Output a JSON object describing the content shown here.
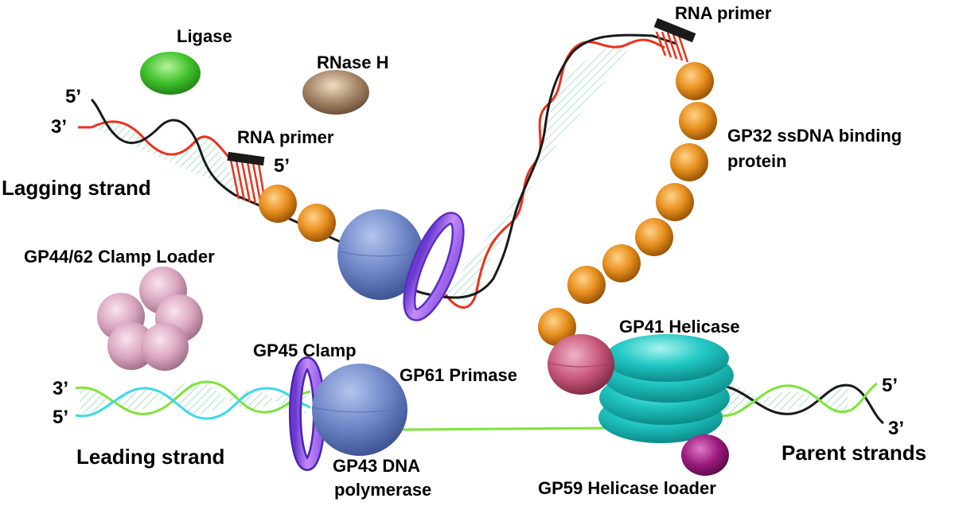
{
  "labels": {
    "ligase": "Ligase",
    "rnase_h": "RNase H",
    "rna_primer_top": "RNA primer",
    "rna_primer_lagging": "RNA primer",
    "lagging_strand": "Lagging strand",
    "gp32_line1": "GP32 ssDNA binding",
    "gp32_line2": "protein",
    "clamp_loader": "GP44/62 Clamp Loader",
    "gp45": "GP45 Clamp",
    "gp61": "GP61 Primase",
    "gp41": "GP41 Helicase",
    "leading_strand": "Leading strand",
    "gp43_line1": "GP43 DNA",
    "gp43_line2": "polymerase",
    "gp59": "GP59 Helicase loader",
    "parent_strands": "Parent strands"
  },
  "ends": {
    "lag_5": "5’",
    "lag_3": "3’",
    "primer_5": "5’",
    "lead_3": "3’",
    "lead_5": "5’",
    "parent_5": "5’",
    "parent_3": "3’"
  },
  "colors": {
    "rna": "#e8321e",
    "dna_black": "#1a1a1a",
    "leading_green": "#7ee33a",
    "leading_cyan": "#3fd8e8",
    "ssb_orange": "#e08a1a",
    "polymerase_blue": "#6f86c8",
    "clamp_purple": "#b276f0",
    "helicase_teal": "#22c8c4",
    "primase_pink": "#c8587a",
    "loader_magenta": "#9a1a7e",
    "clamp_loader_pink": "#d9a6c0",
    "ligase_green": "#3fbf2a",
    "rnase_brown": "#a38466"
  }
}
